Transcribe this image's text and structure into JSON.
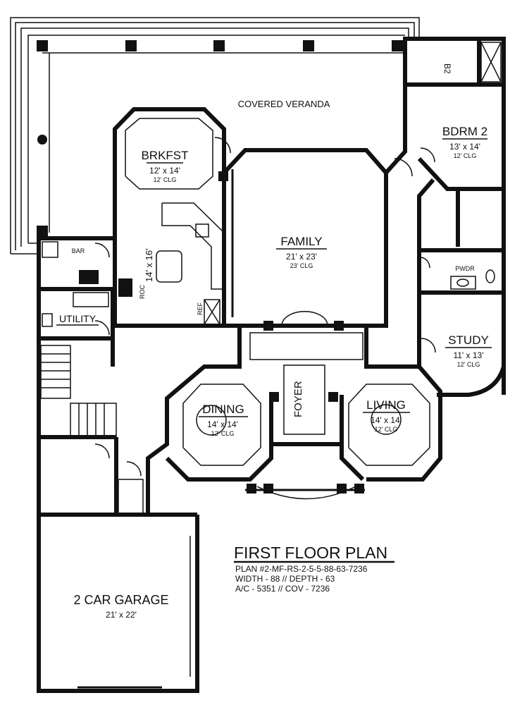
{
  "title": {
    "heading": "FIRST FLOOR PLAN",
    "plan_number": "PLAN #2-MF-RS-2-5-5-88-63-7236",
    "dimensions": "WIDTH - 88 // DEPTH - 63",
    "areas": "A/C - 5351 // COV - 7236"
  },
  "rooms": {
    "veranda": {
      "name": "COVERED VERANDA"
    },
    "brkfst": {
      "name": "BRKFST",
      "size": "12' x 14'",
      "ceiling": "12' CLG"
    },
    "family": {
      "name": "FAMILY",
      "size": "21' x 23'",
      "ceiling": "23' CLG"
    },
    "bdrm2": {
      "name": "BDRM 2",
      "size": "13' x 14'",
      "ceiling": "12' CLG"
    },
    "b2": {
      "name": "B2"
    },
    "pwdr": {
      "name": "PWDR"
    },
    "study": {
      "name": "STUDY",
      "size": "11' x 13'",
      "ceiling": "12' CLG"
    },
    "kitchen": {
      "size": "14' x 16'"
    },
    "bar": {
      "name": "BAR"
    },
    "utility": {
      "name": "UTILITY"
    },
    "roc": {
      "name": "ROC"
    },
    "ref": {
      "name": "REF"
    },
    "foyer": {
      "name": "FOYER"
    },
    "dining": {
      "name": "DINING",
      "size": "14' x 14'",
      "ceiling": "12' CLG"
    },
    "living": {
      "name": "LIVING",
      "size": "14' x 14'",
      "ceiling": "12' CLG"
    },
    "garage": {
      "name": "2 CAR GARAGE",
      "size": "21' x 22'"
    }
  }
}
